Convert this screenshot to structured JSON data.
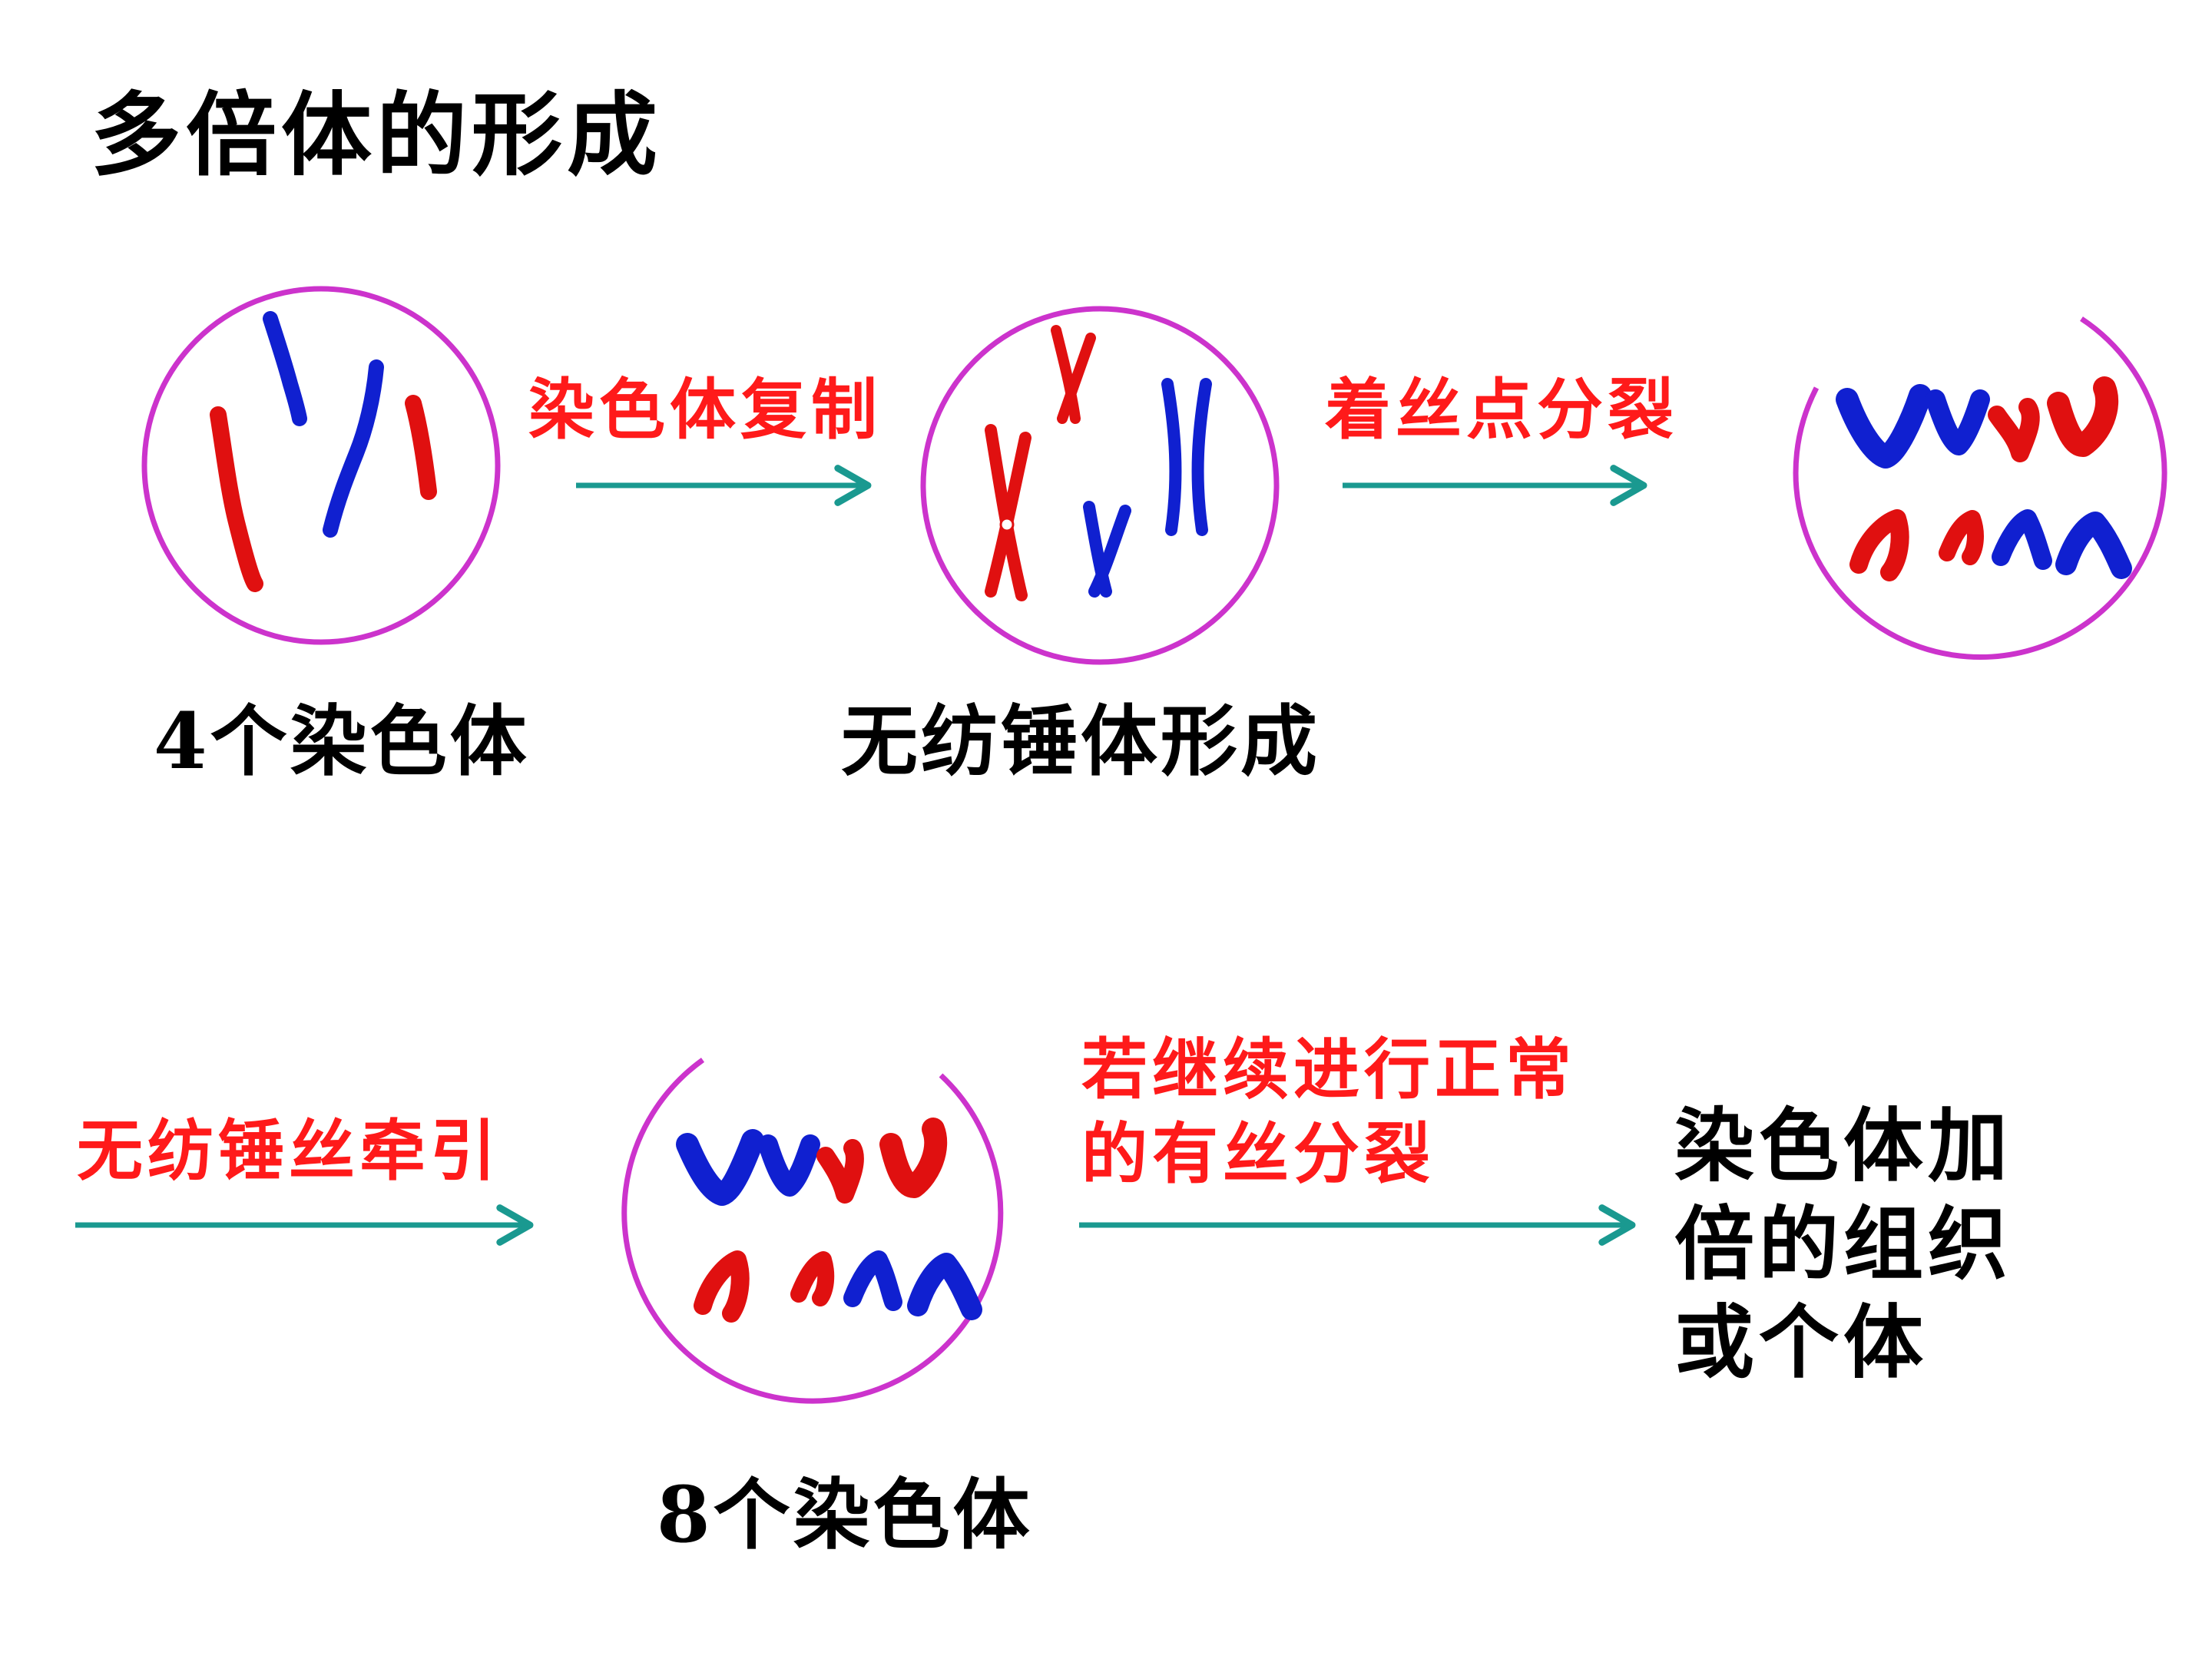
{
  "title": "多倍体的形成",
  "cells": [
    {
      "caption": "4个染色体"
    },
    {
      "caption": "无纺锤体形成"
    },
    {
      "caption": ""
    },
    {
      "caption": "8个染色体"
    }
  ],
  "steps": [
    {
      "label": "染色体复制"
    },
    {
      "label": "着丝点分裂"
    },
    {
      "label": "无纺锤丝牵引"
    },
    {
      "label_line1": "若继续进行正常",
      "label_line2": "的有丝分裂"
    }
  ],
  "result": {
    "line1": "染色体加",
    "line2": "倍的组织",
    "line3": "或个体"
  },
  "colors": {
    "cell_membrane": "#cc33cc",
    "chromosome_red": "#e01010",
    "chromosome_blue": "#1020d0",
    "arrow": "#1a9990",
    "step_label": "#ff1a1a"
  }
}
